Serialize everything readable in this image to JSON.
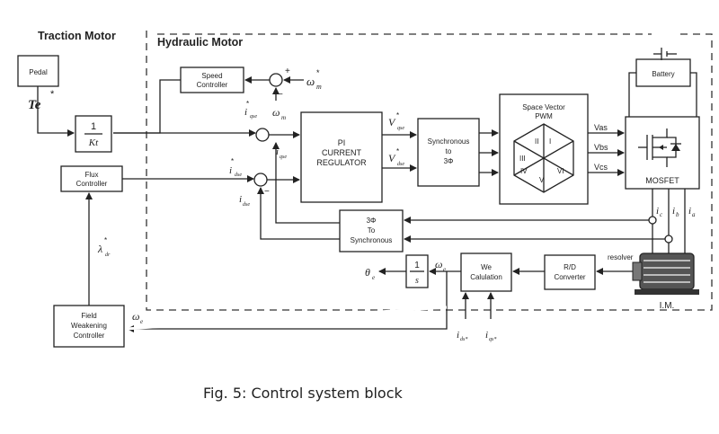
{
  "labels": {
    "traction_motor": "Traction Motor",
    "hydraulic_motor": "Hydraulic Motor",
    "te": "Te",
    "te_star": "*",
    "omega": "ω",
    "star": "*",
    "sub_m": "m",
    "sub_e": "e",
    "sub_r": "r",
    "sub_qse": "qse",
    "sub_dse": "dse",
    "sub_qs_star": "qs*",
    "sub_ds_star": "ds*",
    "i": "i",
    "v": "V",
    "theta": "θ",
    "lambda": "λ",
    "sub_dr": "dr",
    "plus": "+",
    "minus": "−",
    "ia": "a",
    "ib": "b",
    "ic": "c",
    "resolver": "resolver",
    "im": "I.M."
  },
  "blocks": {
    "pedal": "Pedal",
    "kt_num": "1",
    "kt_den": "Kt",
    "speed_controller": [
      "Speed",
      "Controller"
    ],
    "flux_controller": [
      "Flux",
      "Controller"
    ],
    "pi_regulator": [
      "PI",
      "CURRENT",
      "REGULATOR"
    ],
    "sync_to_3phi": [
      "Synchronous",
      "to",
      "3Φ"
    ],
    "svpwm": [
      "Space Vector",
      "PWM"
    ],
    "sectors": [
      "II",
      "I",
      "III",
      "VI",
      "IV",
      "V"
    ],
    "battery": "Battery",
    "mosfet": "MOSFET",
    "vas": "Vas",
    "vbs": "Vbs",
    "vcs": "Vcs",
    "sub_star": "*",
    "three_phi_to_sync": [
      "3Φ",
      "To",
      "Synchronous"
    ],
    "integrator_num": "1",
    "integrator_den": "s",
    "we_calc": [
      "We",
      "Calulation"
    ],
    "rd_converter": [
      "R/D",
      "Converter"
    ],
    "field_weakening": [
      "Field",
      "Weakening",
      "Controller"
    ]
  },
  "caption": "Fig. 5: Control system block"
}
